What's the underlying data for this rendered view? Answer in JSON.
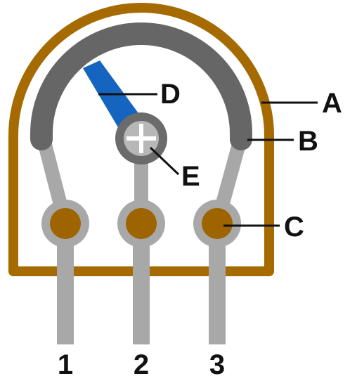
{
  "labels": {
    "housing": "A",
    "track": "B",
    "contact": "C",
    "wiper": "D",
    "shaft": "E"
  },
  "pins": [
    "1",
    "2",
    "3"
  ],
  "colors": {
    "housing": "#a56a00",
    "track": "#666666",
    "pin_gray": "#a8a8a8",
    "pad": "#9e6400",
    "wiper": "#1565c0",
    "shaft_light": "#b7b7b7",
    "shaft_dark": "#6b6b6b",
    "text": "#111111"
  },
  "icons": {
    "housing": "housing-outline-icon",
    "track": "resistive-track-icon",
    "wiper": "wiper-icon",
    "shaft": "shaft-cross-icon",
    "pad": "solder-pad-icon"
  }
}
